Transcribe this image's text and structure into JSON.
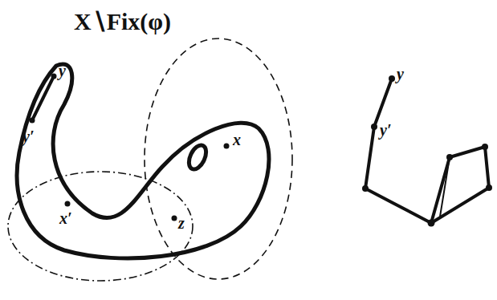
{
  "diagram": {
    "title": "X∖Fix(φ)",
    "labels": [
      "y",
      "y′",
      "x′",
      "z",
      "x",
      "y",
      "y′"
    ]
  }
}
